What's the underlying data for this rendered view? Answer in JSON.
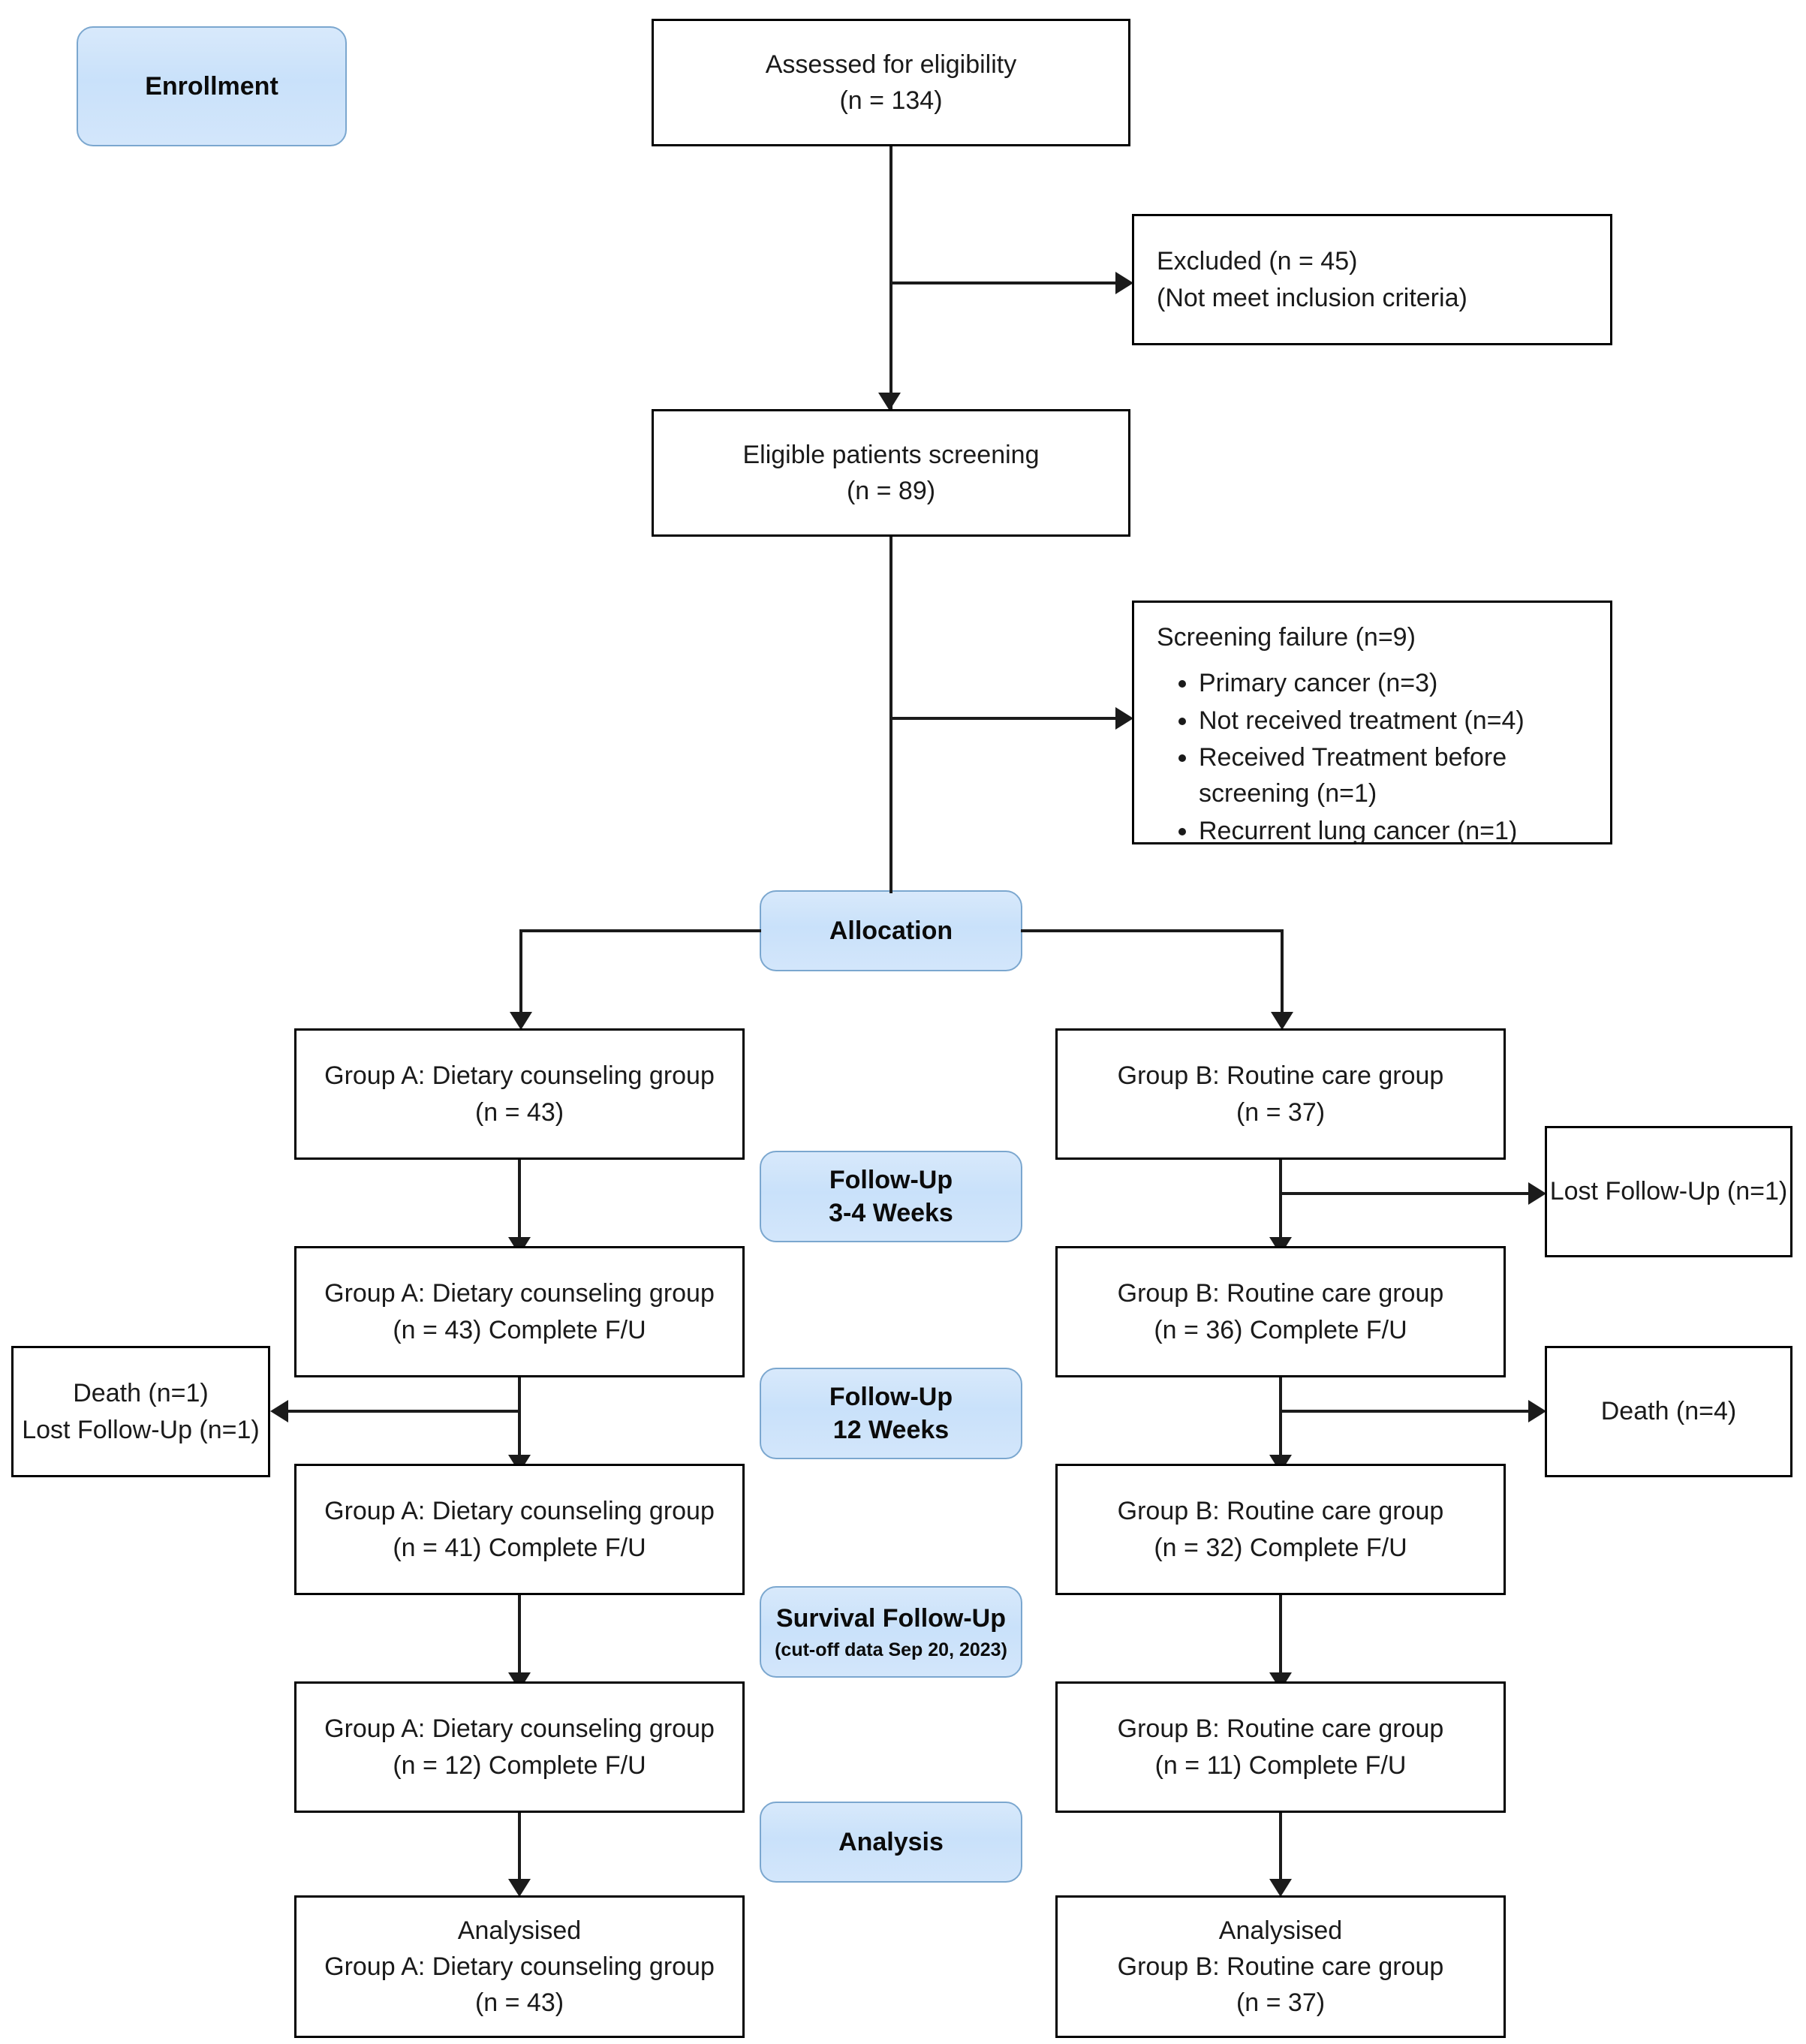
{
  "diagram": {
    "title": "CONSORT participant flow diagram",
    "colors": {
      "stage_fill": "#d3e6fb",
      "stage_border": "#7ba7cf",
      "box_border": "#000000",
      "connector": "#1b1b1b",
      "text": "#1a1a1a"
    }
  },
  "stages": {
    "enrollment": {
      "label": "Enrollment"
    },
    "allocation": {
      "label": "Allocation"
    },
    "followup_3_4": {
      "line1": "Follow-Up",
      "line2": "3-4 Weeks"
    },
    "followup_12": {
      "line1": "Follow-Up",
      "line2": "12 Weeks"
    },
    "survival": {
      "line1": "Survival Follow-Up",
      "line2": "(cut-off data Sep 20, 2023)"
    },
    "analysis": {
      "label": "Analysis"
    }
  },
  "nodes": {
    "assessed": {
      "line1": "Assessed for eligibility",
      "line2": "(n = 134)"
    },
    "excluded": {
      "line1": "Excluded (n = 45)",
      "line2": "(Not meet inclusion criteria)"
    },
    "screening": {
      "line1": "Eligible patients screening",
      "line2": "(n = 89)"
    },
    "screening_failure": {
      "heading": "Screening failure (n=9)",
      "reasons": [
        "Primary cancer (n=3)",
        "Not received treatment (n=4)",
        "Received Treatment before screening (n=1)",
        "Recurrent lung cancer (n=1)"
      ]
    },
    "group_a_alloc": {
      "line1": "Group A: Dietary counseling group",
      "line2": "(n = 43)"
    },
    "group_b_alloc": {
      "line1": "Group B: Routine care group",
      "line2": "(n = 37)"
    },
    "group_a_fu1": {
      "line1": "Group A: Dietary counseling group",
      "line2": "(n = 43) Complete F/U"
    },
    "group_b_fu1": {
      "line1": "Group B: Routine care group",
      "line2": "(n = 36) Complete F/U"
    },
    "group_a_fu2": {
      "line1": "Group A: Dietary counseling group",
      "line2": "(n = 41) Complete F/U"
    },
    "group_b_fu2": {
      "line1": "Group B: Routine care group",
      "line2": "(n = 32) Complete F/U"
    },
    "group_a_fu3": {
      "line1": "Group A: Dietary counseling group",
      "line2": "(n = 12) Complete F/U"
    },
    "group_b_fu3": {
      "line1": "Group B: Routine care group",
      "line2": "(n = 11) Complete F/U"
    },
    "group_a_analysed": {
      "line1": "Analysised",
      "line2": "Group A: Dietary counseling group",
      "line3": "(n = 43)"
    },
    "group_b_analysed": {
      "line1": "Analysised",
      "line2": "Group B: Routine care group",
      "line3": "(n = 37)"
    },
    "loss_left_12w": {
      "line1": "Death (n=1)",
      "line2": "Lost Follow-Up (n=1)"
    },
    "loss_right_3_4w": {
      "line1": "Lost Follow-Up (n=1)"
    },
    "loss_right_12w": {
      "line1": "Death (n=4)"
    }
  }
}
